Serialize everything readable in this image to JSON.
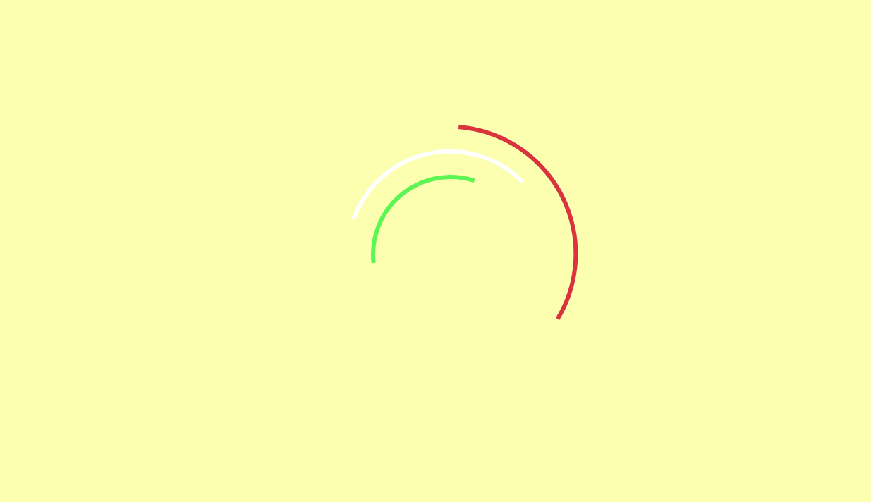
{
  "page": {
    "background_color": "#FCFFB0"
  },
  "spinner": {
    "name": "loading-spinner",
    "arcs": [
      {
        "name": "outer-arc",
        "color": "#D9333D"
      },
      {
        "name": "middle-arc",
        "color": "#FFFFFF"
      },
      {
        "name": "inner-arc",
        "color": "#5CF553"
      }
    ]
  }
}
